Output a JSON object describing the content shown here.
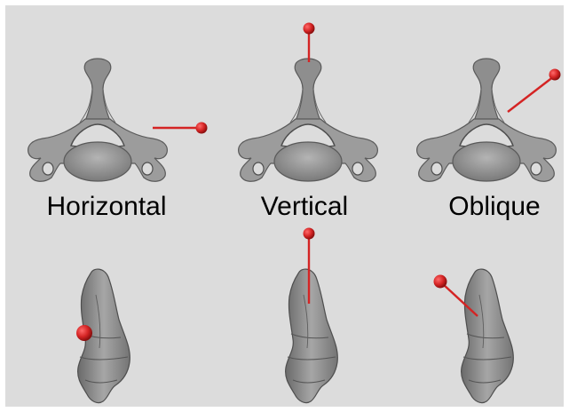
{
  "labels": {
    "horizontal": "Horizontal",
    "vertical": "Vertical",
    "oblique": "Oblique"
  },
  "colors": {
    "background": "#dcdcdc",
    "bone": "#9a9a9a",
    "bone_shadow": "#6e6e6e",
    "bone_dark": "#4e4e4e",
    "marker": "#d42424"
  },
  "icons": {
    "vertebra": "vertebra-axial-view",
    "vertebra_lateral": "vertebra-lateral-view",
    "marker": "red-sphere-marker"
  }
}
